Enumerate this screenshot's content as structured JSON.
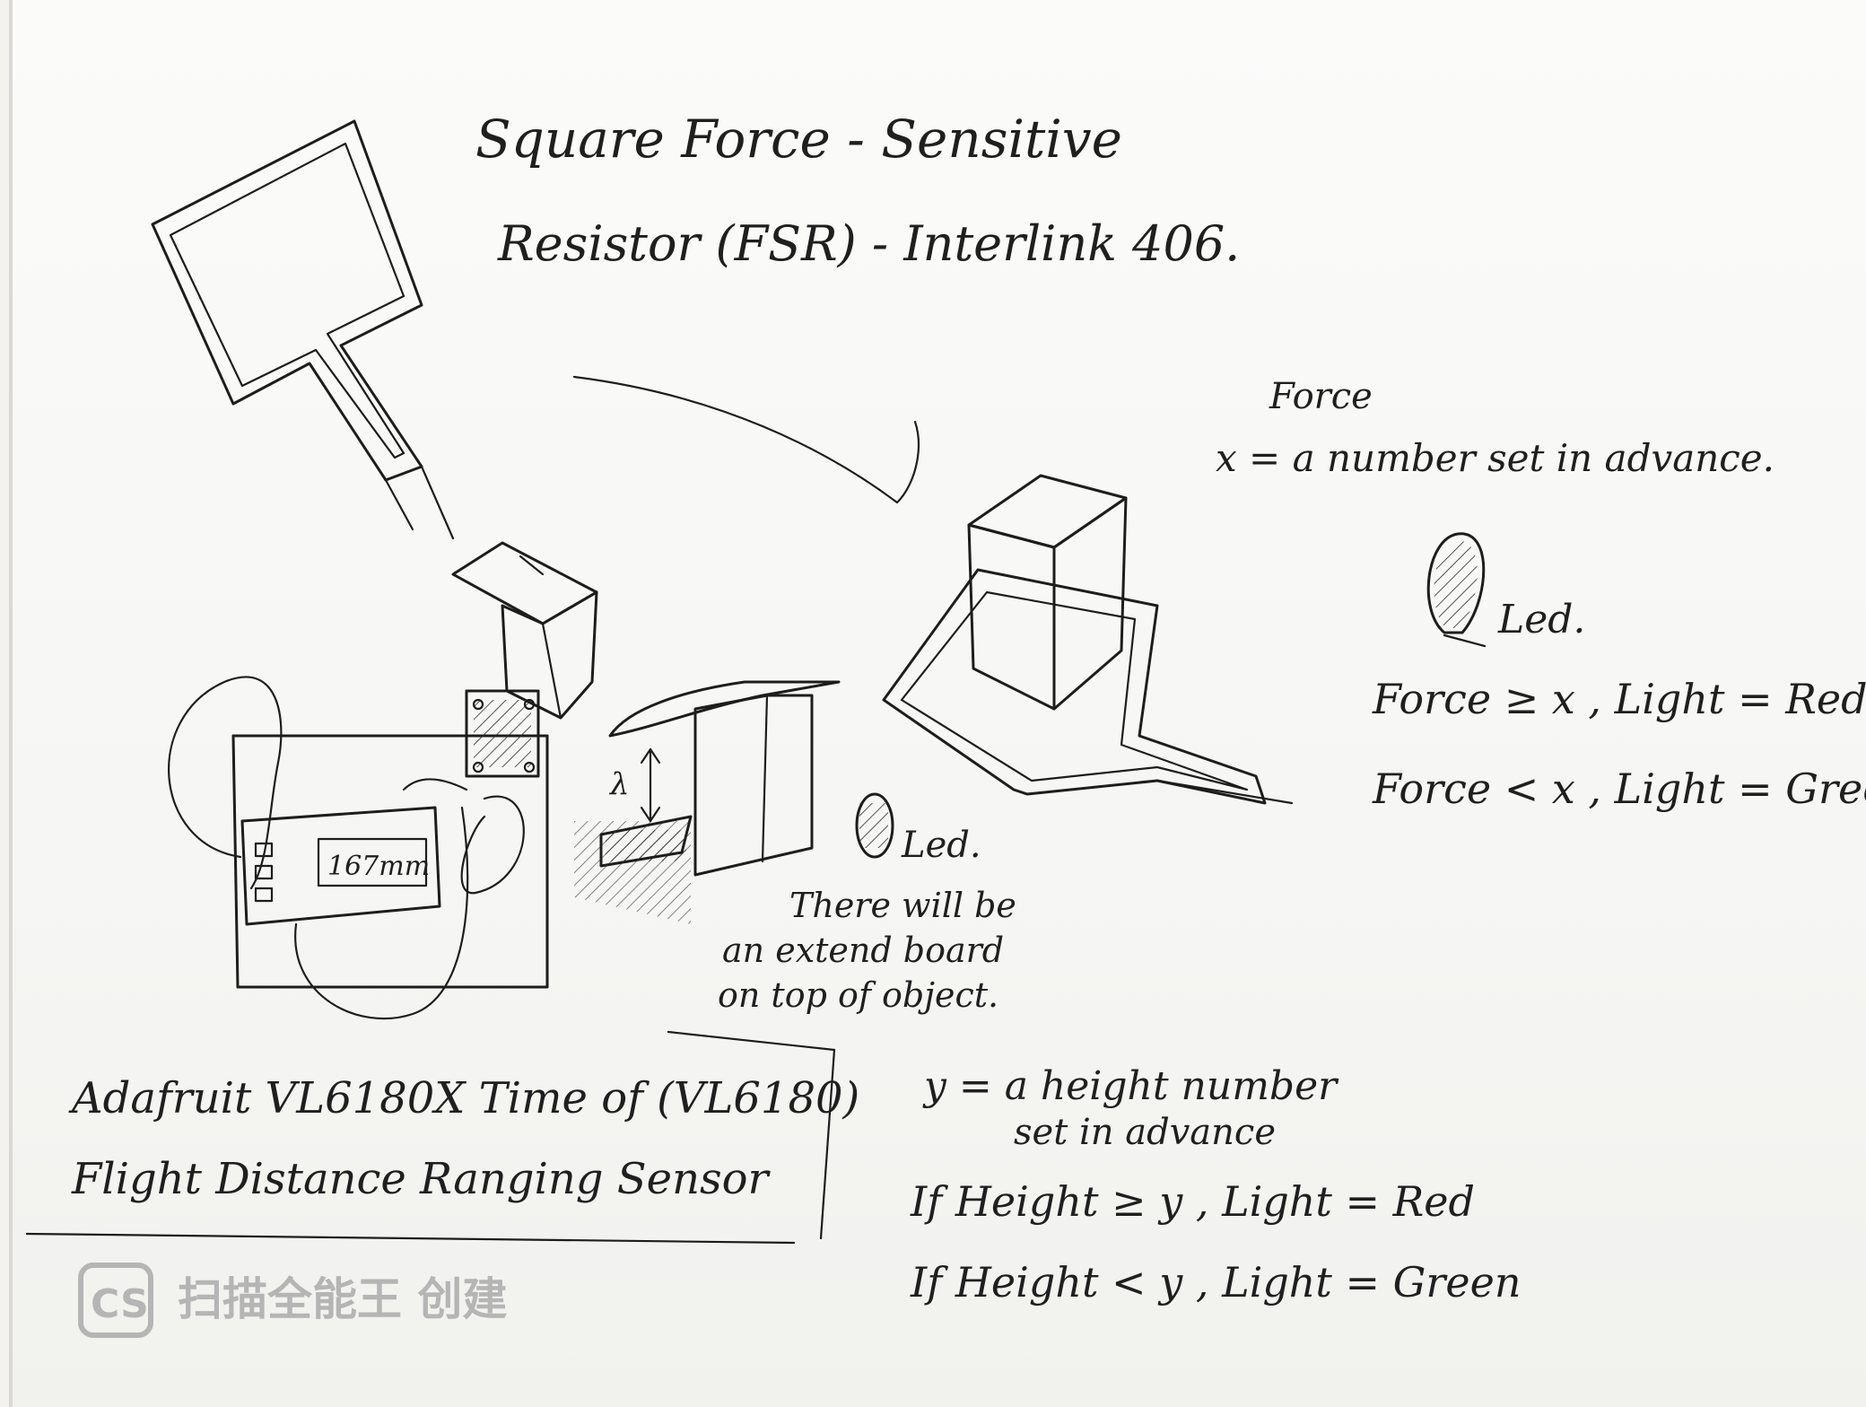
{
  "notes": {
    "fsr_title_line1": "Square Force - Sensitive",
    "fsr_title_line2": "Resistor (FSR) - Interlink 406.",
    "force_label": "Force",
    "x_definition": "x = a number set in advance.",
    "led_right": "Led.",
    "force_rule_high": "Force ≥ x , Light = Red",
    "force_rule_low": "Force < x , Light = Green",
    "lambda_label": "λ",
    "led_middle": "Led.",
    "extend_board_line1": "There will be",
    "extend_board_line2": "an extend board",
    "extend_board_line3": "on top of object.",
    "sensor_display": "167mm",
    "vl6180_line1": "Adafruit VL6180X Time of (VL6180)",
    "vl6180_line2": "Flight Distance Ranging Sensor",
    "y_definition_line1": "y = a height number",
    "y_definition_line2": "set in advance",
    "height_rule_high": "If Height ≥ y , Light = Red",
    "height_rule_low": "If Height < y , Light = Green"
  },
  "watermark": {
    "badge": "CS",
    "text": "扫描全能王 创建"
  },
  "colors": {
    "ink": "#1d1d1d",
    "paper": "#f8f8f6",
    "watermark": "#b5b5b5"
  }
}
